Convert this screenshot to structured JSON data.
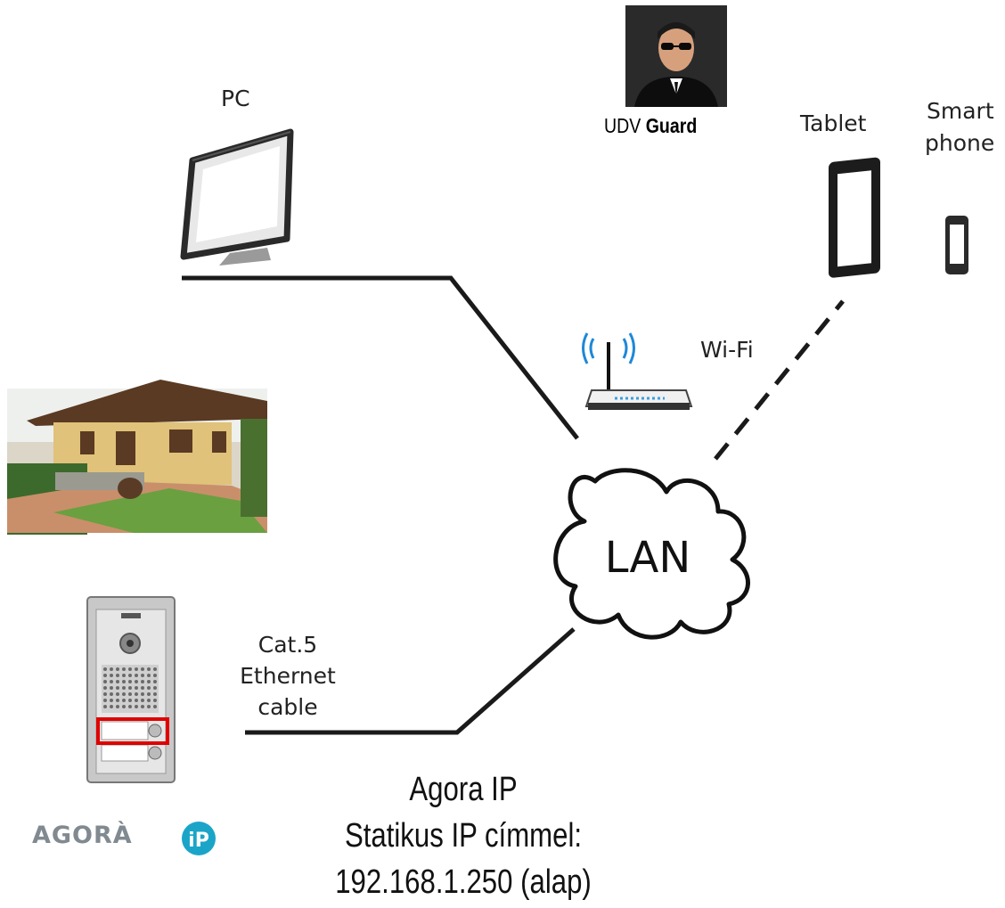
{
  "labels": {
    "pc": "PC",
    "tablet": "Tablet",
    "smartphone_line1": "Smart",
    "smartphone_line2": "phone",
    "wifi": "Wi-Fi",
    "lan": "LAN",
    "cable_line1": "Cat.5",
    "cable_line2": "Ethernet",
    "cable_line3": "cable",
    "guard_prefix": "UDV",
    "guard_bold": "Guard",
    "logo_text": "AGORÀ",
    "logo_badge": "iP"
  },
  "caption": {
    "line1": "Agora IP",
    "line2": "Statikus IP címmel:",
    "line3": "192.168.1.250 (alap)"
  },
  "colors": {
    "line": "#1a1a1a",
    "logo_blue": "#1aa5c8",
    "highlight_red": "#e00000"
  }
}
